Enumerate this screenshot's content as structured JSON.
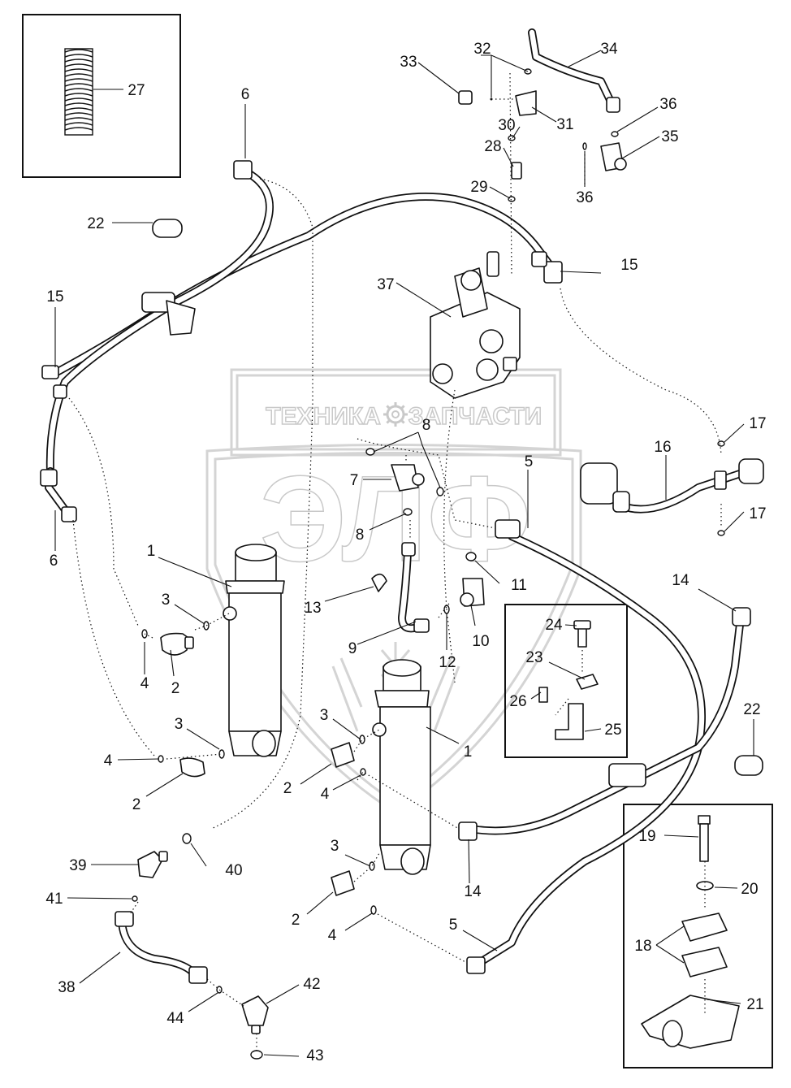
{
  "watermark": {
    "top_left": "ТЕХНИКА",
    "top_right": "ЗАПЧАСТИ",
    "gear_icon": "gear-icon",
    "big": "ЭЛФ"
  },
  "callouts": {
    "c1a": "1",
    "c1b": "1",
    "c2a": "2",
    "c2b": "2",
    "c2c": "2",
    "c2d": "2",
    "c3a": "3",
    "c3b": "3",
    "c3c": "3",
    "c3d": "3",
    "c4a": "4",
    "c4b": "4",
    "c4c": "4",
    "c4d": "4",
    "c5a": "5",
    "c5b": "5",
    "c6a": "6",
    "c6b": "6",
    "c7": "7",
    "c8a": "8",
    "c8b": "8",
    "c9": "9",
    "c10": "10",
    "c11": "11",
    "c12": "12",
    "c13": "13",
    "c14a": "14",
    "c14b": "14",
    "c15a": "15",
    "c15b": "15",
    "c16": "16",
    "c17a": "17",
    "c17b": "17",
    "c18": "18",
    "c19": "19",
    "c20": "20",
    "c21": "21",
    "c22a": "22",
    "c22b": "22",
    "c23": "23",
    "c24": "24",
    "c25": "25",
    "c26": "26",
    "c27": "27",
    "c28": "28",
    "c29": "29",
    "c30": "30",
    "c31": "31",
    "c32": "32",
    "c33": "33",
    "c34": "34",
    "c35": "35",
    "c36a": "36",
    "c36b": "36",
    "c37": "37",
    "c38": "38",
    "c39": "39",
    "c40": "40",
    "c41": "41",
    "c42": "42",
    "c43": "43",
    "c44": "44"
  }
}
